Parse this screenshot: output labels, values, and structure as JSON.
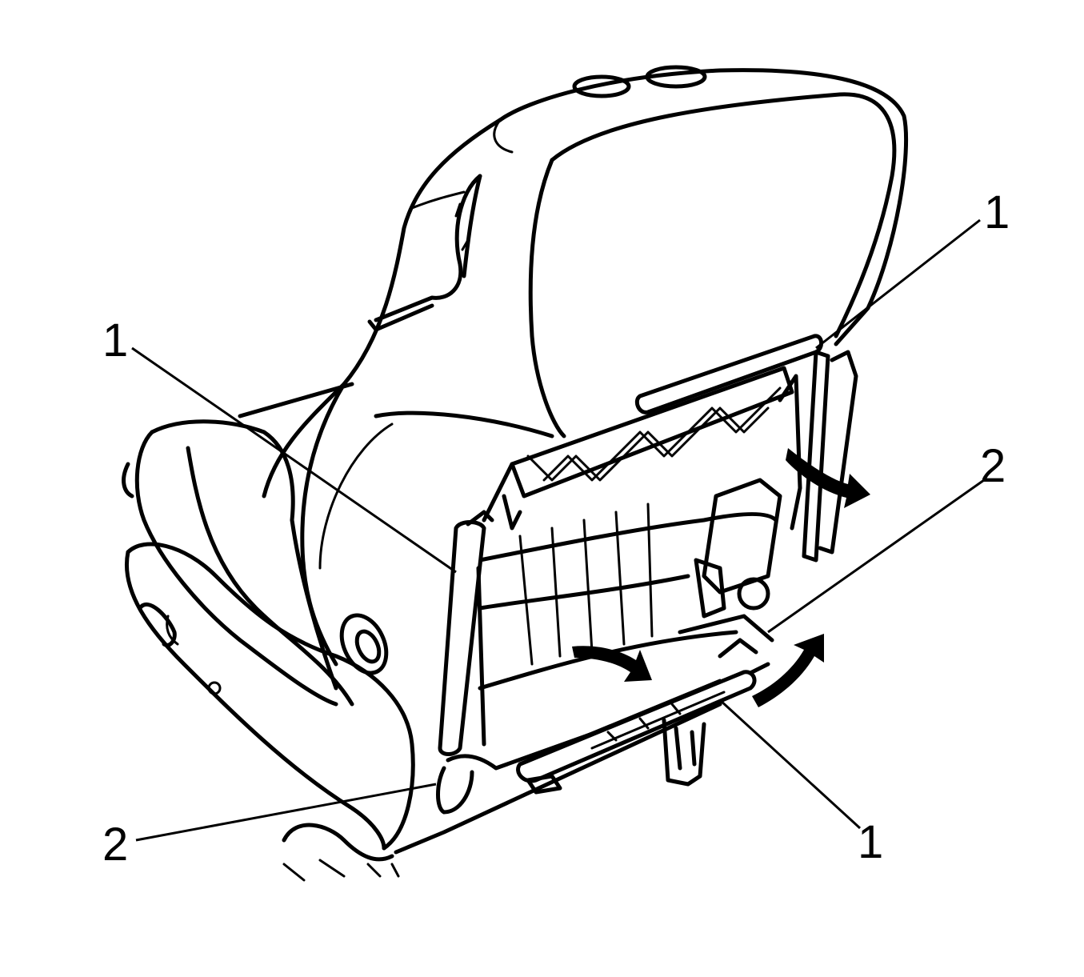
{
  "callouts": [
    {
      "id": "c1-left",
      "text": "1"
    },
    {
      "id": "c1-top-right",
      "text": "1"
    },
    {
      "id": "c1-bottom",
      "text": "1"
    },
    {
      "id": "c2-right",
      "text": "2"
    },
    {
      "id": "c2-left",
      "text": "2"
    }
  ],
  "colors": {
    "line": "#000000",
    "background": "#ffffff"
  },
  "icons": [
    "seat-back-illustration",
    "retainer-rod",
    "hook-clip",
    "direction-arrow"
  ]
}
